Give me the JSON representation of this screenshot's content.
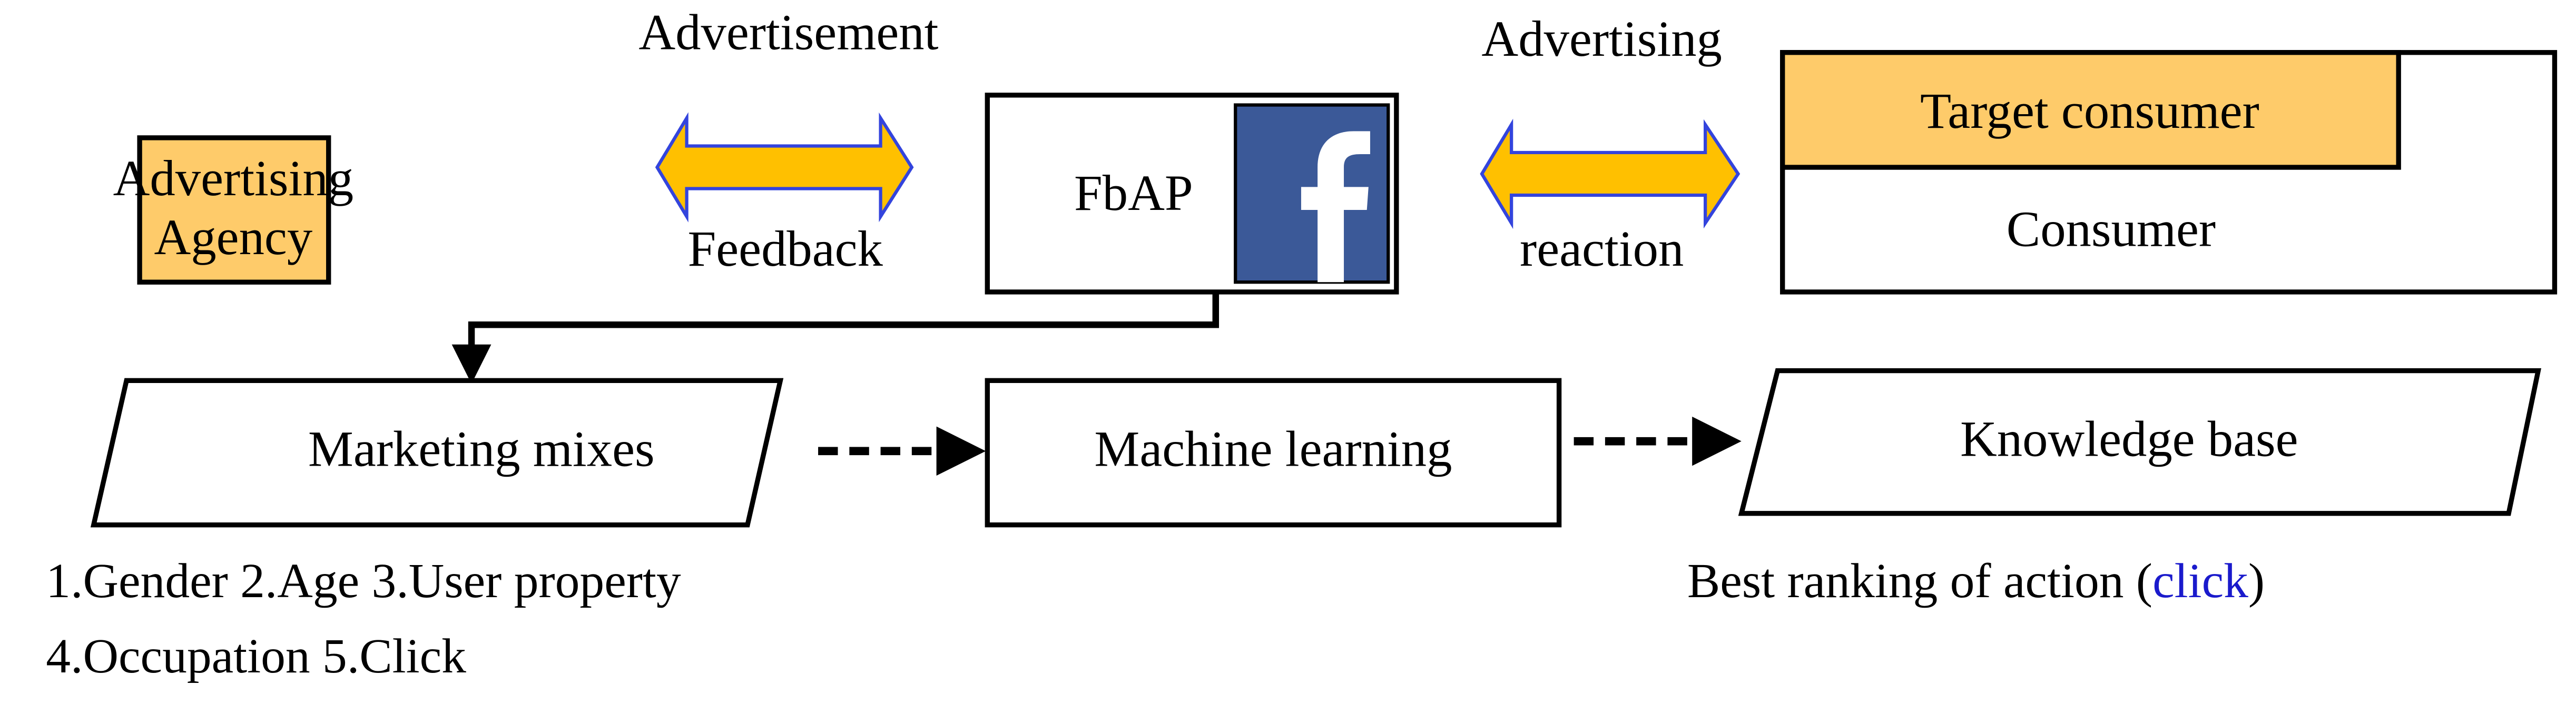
{
  "nodes": {
    "advertising_agency": {
      "line1": "Advertising",
      "line2": "Agency"
    },
    "fbap": {
      "label": "FbAP",
      "logo_letter": "f"
    },
    "target_consumer": "Target consumer",
    "consumer": "Consumer",
    "marketing_mixes": "Marketing mixes",
    "machine_learning": "Machine learning",
    "knowledge_base": "Knowledge base"
  },
  "edges": {
    "agency_fbap_top": "Advertisement",
    "agency_fbap_bottom": "Feedback",
    "fbap_consumer_top": "Advertising",
    "fbap_consumer_bottom": "reaction"
  },
  "notes": {
    "marketing_line1": "1.Gender 2.Age 3.User property",
    "marketing_line2": "4.Occupation 5.Click",
    "knowledge_prefix": "Best ranking of action (",
    "knowledge_link": "click",
    "knowledge_suffix": ")"
  },
  "colors": {
    "box_fill": "#FECB6A",
    "arrow_fill": "#FFC000",
    "arrow_outline": "#3344DD",
    "facebook_blue": "#3B5998",
    "link_blue": "#1A1ACC"
  }
}
